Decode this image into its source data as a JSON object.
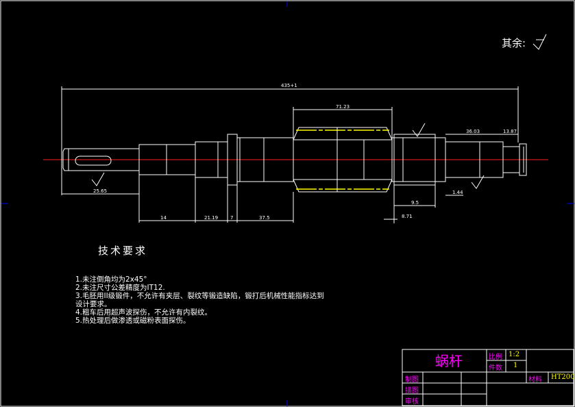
{
  "drawing": {
    "surface_roughness_note": "其余:",
    "tech_requirements": {
      "title": "技术要求",
      "items": [
        "1.未注倒角均为2x45°",
        "2.未注尺寸公差精度为IT12.",
        "3.毛胚用II级锻件，不允许有夹层、裂纹等锻造缺陷，锻打后机械性能指标达到",
        "   设计要求。",
        "4.粗车后用超声波探伤，不允许有内裂纹。",
        "5.热处理后做渗透或磁粉表面探伤。"
      ]
    },
    "dimensions": {
      "overall_length": "435+1",
      "worm_length": "71.23",
      "key_length": "25.65",
      "seg_1": "14",
      "seg_2": "21.19",
      "seg_3": "7",
      "seg_4": "37.5",
      "right_1": "36.03",
      "right_2": "13.87",
      "right_3": "9.5",
      "right_4": "8.71",
      "right_5": "1.44"
    }
  },
  "title_block": {
    "part_name": "蜗杆",
    "scale_label": "比例",
    "scale_value": "1:2",
    "qty_label": "件数",
    "qty_value": "1",
    "material_label": "材料",
    "material_value": "HT200",
    "drawn_label": "制图",
    "traced_label": "描图",
    "checked_label": "审核"
  }
}
